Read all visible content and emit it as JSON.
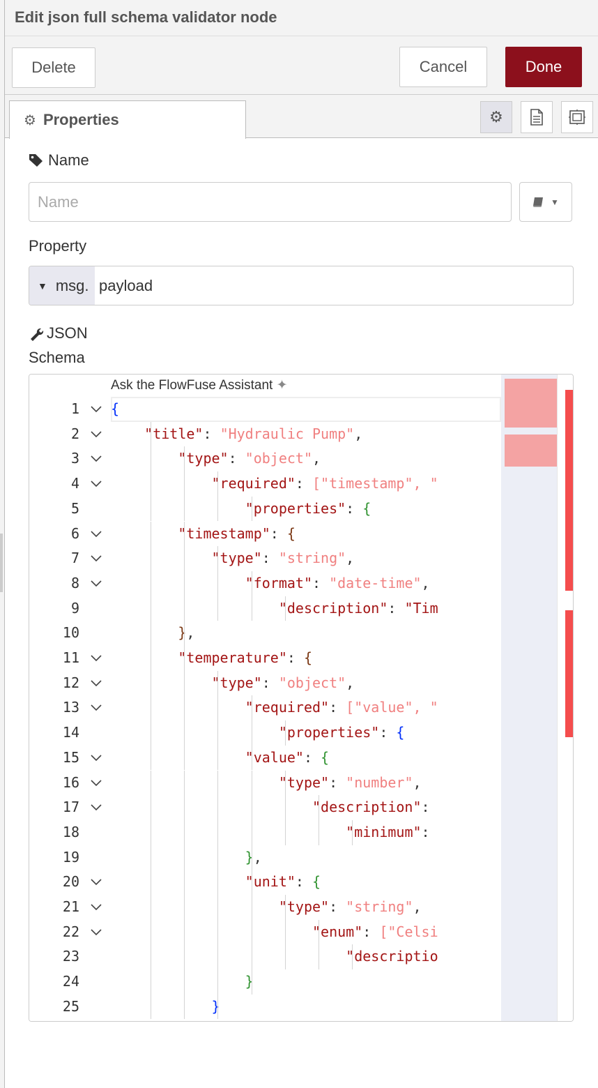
{
  "header": {
    "title": "Edit json full schema validator node"
  },
  "toolbar": {
    "delete_label": "Delete",
    "cancel_label": "Cancel",
    "done_label": "Done"
  },
  "tabs": {
    "properties_label": "Properties"
  },
  "form": {
    "name_label": "Name",
    "name_placeholder": "Name",
    "name_value": "",
    "property_label": "Property",
    "property_prefix": "msg.",
    "property_value": "payload",
    "json_label_line1": "JSON",
    "json_label_line2": "Schema"
  },
  "editor": {
    "assistant_label": "Ask the FlowFuse Assistant",
    "line_numbers": [
      "1",
      "2",
      "3",
      "4",
      "5",
      "6",
      "7",
      "8",
      "9",
      "10",
      "11",
      "12",
      "13",
      "14",
      "15",
      "16",
      "17",
      "18",
      "19",
      "20",
      "21",
      "22",
      "23",
      "24",
      "25"
    ],
    "colors": {
      "key": "#a31515",
      "string": "#f08080",
      "brace_level1": "#0431fa",
      "brace_level2": "#319331",
      "brace_level3": "#7b3814",
      "error": "#f44d4d"
    }
  }
}
